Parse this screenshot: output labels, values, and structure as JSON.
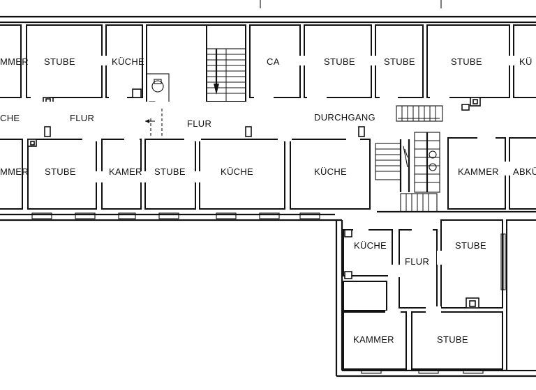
{
  "plan": {
    "labels": {
      "kammer_top_left": "MMER",
      "stube_top_1": "STUBE",
      "kueche_top_1": "KÜCHE",
      "ca": "CA",
      "stube_top_2": "STUBE",
      "stube_top_3": "STUBE",
      "stube_top_4": "STUBE",
      "kueche_top_right": "KÜ",
      "kueche_left_edge": "CHE",
      "flur_1": "FLUR",
      "flur_2": "FLUR",
      "durchgang": "DURCHGANG",
      "kammer_mid_left": "MMER",
      "stube_mid_1": "STUBE",
      "kamer_mid": "KAMER",
      "stube_mid_2": "STUBE",
      "kueche_mid_1": "KÜCHE",
      "kueche_mid_2": "KÜCHE",
      "kammer_mid_right": "KAMMER",
      "abk": "ABKÜ",
      "kueche_wing": "KÜCHE",
      "flur_wing": "FLUR",
      "stube_wing_1": "STUBE",
      "kammer_wing": "KAMMER",
      "stube_wing_2": "STUBE"
    }
  }
}
